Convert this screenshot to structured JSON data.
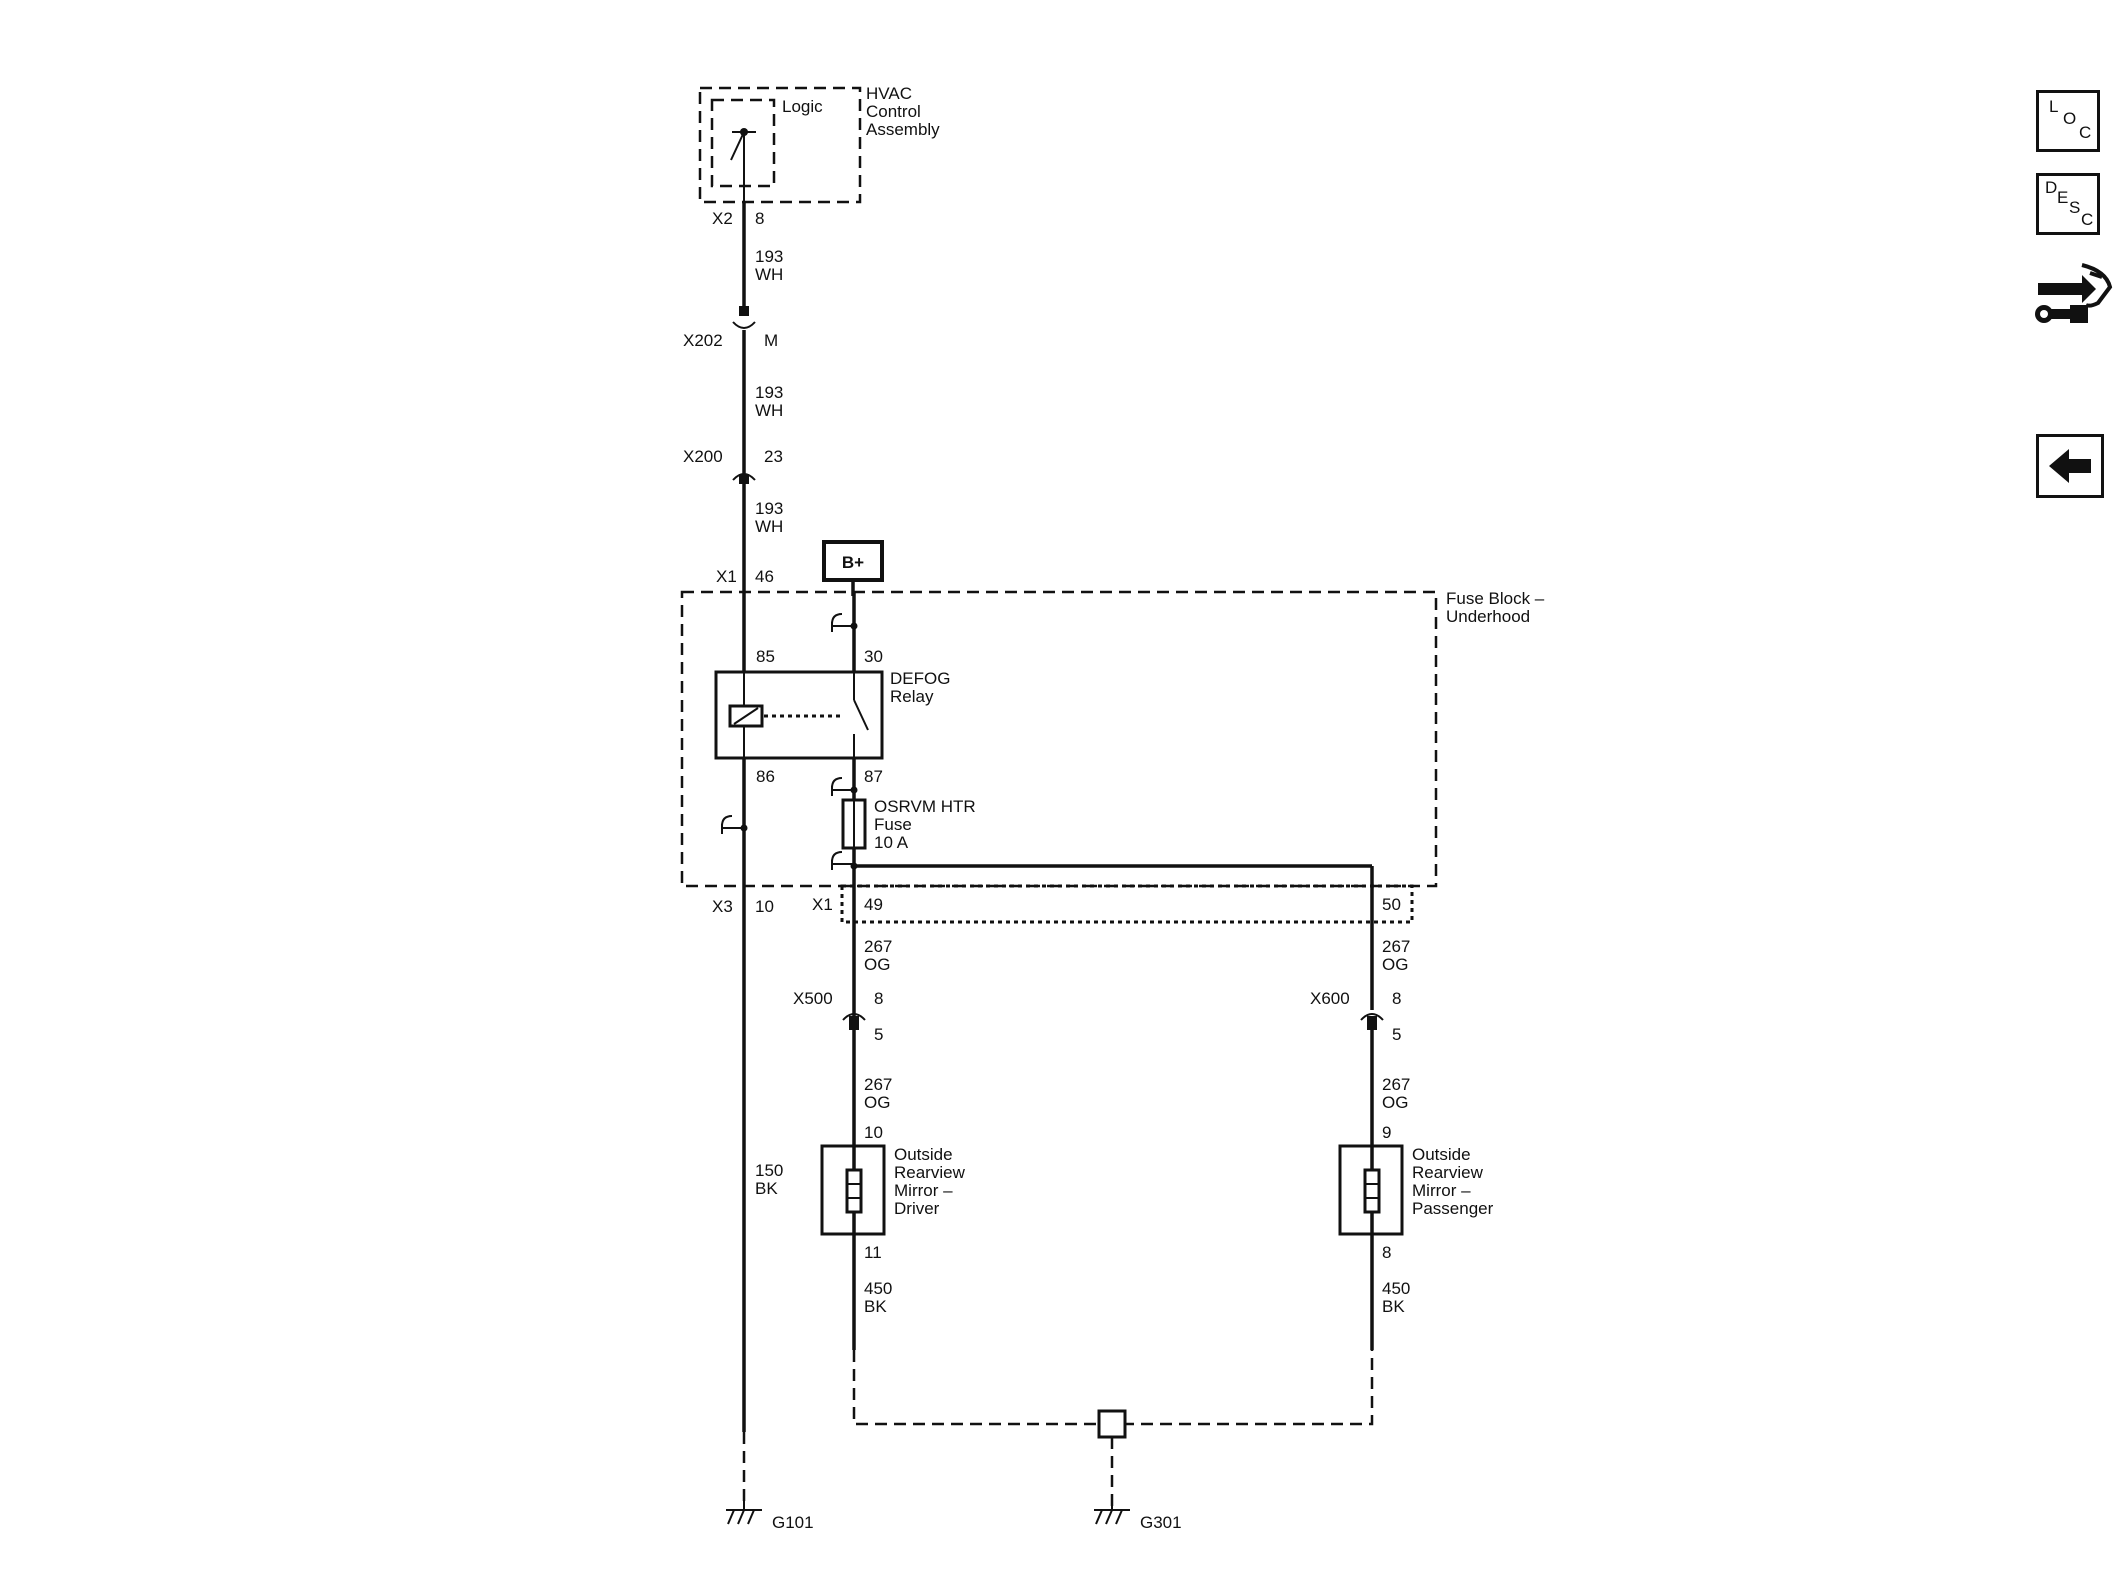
{
  "components": {
    "hvac": {
      "logic": "Logic",
      "name_1": "HVAC",
      "name_2": "Control",
      "name_3": "Assembly"
    },
    "fuse_block": {
      "name_1": "Fuse Block –",
      "name_2": "Underhood"
    },
    "relay": {
      "name_1": "DEFOG",
      "name_2": "Relay",
      "pin_85": "85",
      "pin_30": "30",
      "pin_86": "86",
      "pin_87": "87"
    },
    "fuse": {
      "name_1": "OSRVM HTR",
      "name_2": "Fuse",
      "rating": "10 A"
    },
    "battery": "B+",
    "mirror_driver": {
      "name_1": "Outside",
      "name_2": "Rearview",
      "name_3": "Mirror –",
      "name_4": "Driver",
      "pin_top": "10",
      "pin_bottom": "11"
    },
    "mirror_passenger": {
      "name_1": "Outside",
      "name_2": "Rearview",
      "name_3": "Mirror –",
      "name_4": "Passenger",
      "pin_top": "9",
      "pin_bottom": "8"
    }
  },
  "connectors": {
    "x2": {
      "name": "X2",
      "pin": "8"
    },
    "x202": {
      "name": "X202",
      "pin": "M"
    },
    "x200": {
      "name": "X200",
      "pin": "23"
    },
    "x1_top": {
      "name": "X1",
      "pin": "46"
    },
    "x3": {
      "name": "X3",
      "pin": "10"
    },
    "x1_bottom": {
      "name": "X1",
      "pin_49": "49",
      "pin_50": "50"
    },
    "x500": {
      "name": "X500",
      "pin_top": "8",
      "pin_bottom": "5"
    },
    "x600": {
      "name": "X600",
      "pin_top": "8",
      "pin_bottom": "5"
    }
  },
  "wires": {
    "w193_1": {
      "circuit": "193",
      "color": "WH"
    },
    "w193_2": {
      "circuit": "193",
      "color": "WH"
    },
    "w193_3": {
      "circuit": "193",
      "color": "WH"
    },
    "w267_1": {
      "circuit": "267",
      "color": "OG"
    },
    "w267_2": {
      "circuit": "267",
      "color": "OG"
    },
    "w267_3": {
      "circuit": "267",
      "color": "OG"
    },
    "w267_4": {
      "circuit": "267",
      "color": "OG"
    },
    "w150": {
      "circuit": "150",
      "color": "BK"
    },
    "w450_1": {
      "circuit": "450",
      "color": "BK"
    },
    "w450_2": {
      "circuit": "450",
      "color": "BK"
    }
  },
  "grounds": {
    "g101": "G101",
    "g301": "G301"
  },
  "nav": {
    "loc": {
      "l": "L",
      "o": "O",
      "c": "C"
    },
    "desc": {
      "d": "D",
      "e": "E",
      "s": "S",
      "c": "C"
    },
    "tool_icon": "connector-tool-icon",
    "back_icon": "left-arrow-icon"
  }
}
